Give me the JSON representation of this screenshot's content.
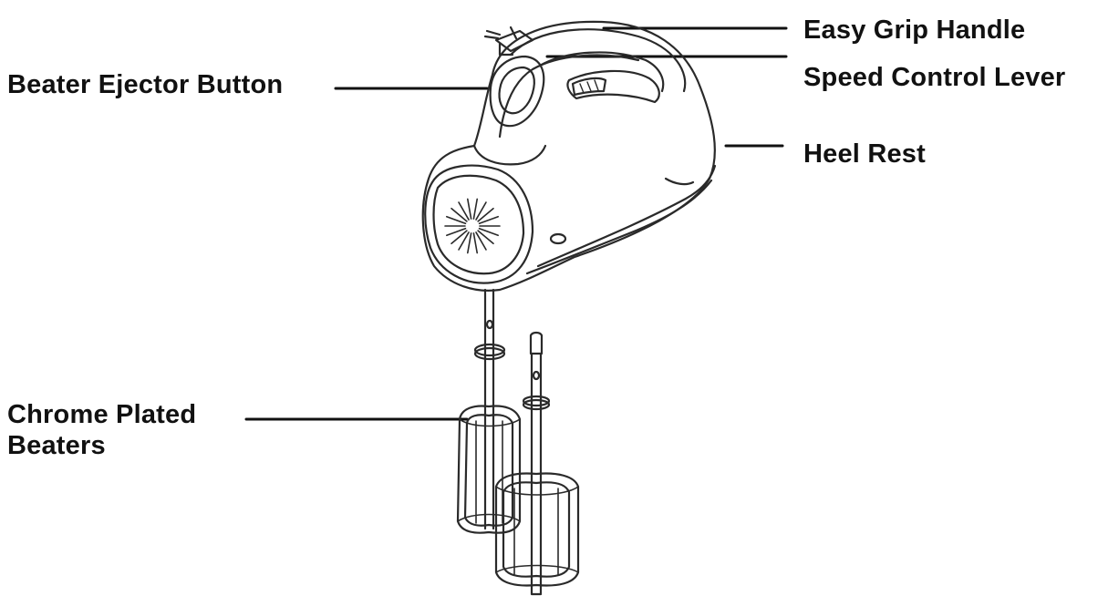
{
  "labels": {
    "easy_grip_handle": "Easy Grip Handle",
    "speed_control_lever": "Speed Control Lever",
    "heel_rest": "Heel Rest",
    "beater_ejector_button": "Beater Ejector Button",
    "chrome_plated_beaters_line1": "Chrome Plated",
    "chrome_plated_beaters_line2": "Beaters"
  },
  "colors": {
    "ink": "#111111",
    "background": "#ffffff"
  }
}
